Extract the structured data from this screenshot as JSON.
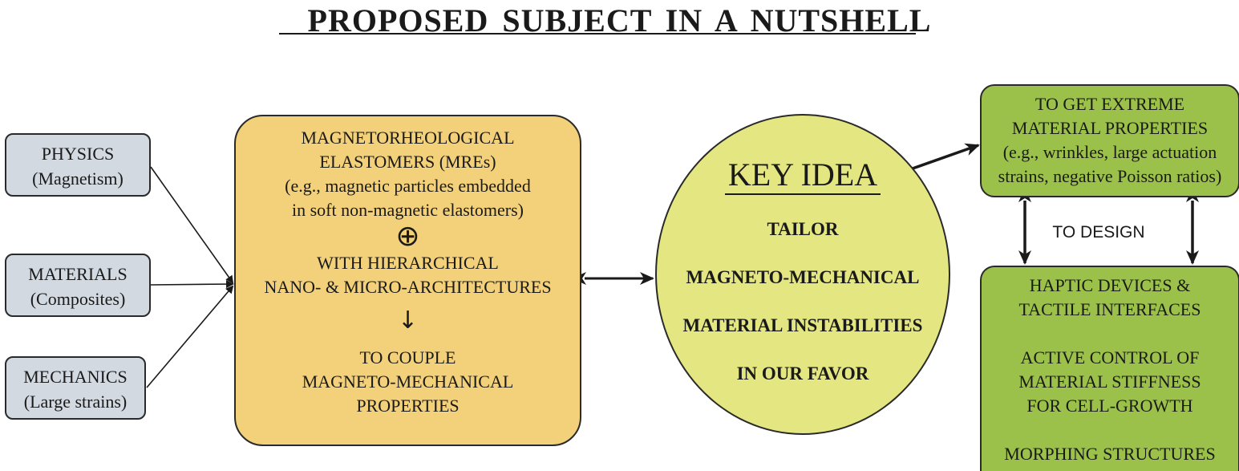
{
  "title": "PROPOSED  SUBJECT  IN  A  NUTSHELL",
  "inputs": [
    {
      "line1": "PHYSICS",
      "line2": "(Magnetism)"
    },
    {
      "line1": "MATERIALS",
      "line2": "(Composites)"
    },
    {
      "line1": "MECHANICS",
      "line2": "(Large strains)"
    }
  ],
  "mre": {
    "lines_top": [
      "MAGNETORHEOLOGICAL",
      "ELASTOMERS (MREs)",
      "(e.g., magnetic particles embedded",
      "in soft non-magnetic elastomers)"
    ],
    "plus_symbol": "⊕",
    "lines_mid": [
      "WITH  HIERARCHICAL",
      "NANO- & MICRO-ARCHITECTURES"
    ],
    "down_arrow": "↓",
    "lines_bottom": [
      "TO COUPLE",
      "MAGNETO-MECHANICAL",
      "PROPERTIES"
    ]
  },
  "key_idea": {
    "title": "KEY IDEA",
    "lines": [
      "TAILOR",
      "MAGNETO-MECHANICAL",
      "MATERIAL INSTABILITIES",
      "IN OUR FAVOR"
    ]
  },
  "extreme": {
    "lines": [
      "TO GET EXTREME",
      "MATERIAL  PROPERTIES",
      "(e.g., wrinkles, large actuation",
      "strains, negative Poisson ratios)"
    ]
  },
  "to_design": "TO DESIGN",
  "applications": {
    "group1": [
      "HAPTIC DEVICES &",
      "TACTILE INTERFACES"
    ],
    "group2": [
      "ACTIVE CONTROL OF",
      "MATERIAL STIFFNESS",
      "FOR CELL-GROWTH"
    ],
    "group3": [
      "MORPHING STRUCTURES"
    ]
  },
  "colors": {
    "input_fill": "#d2d9e1",
    "mre_fill": "#f3d17b",
    "key_idea_fill": "#e3e681",
    "output_fill": "#9bc14a",
    "stroke": "#2a2a2a"
  }
}
